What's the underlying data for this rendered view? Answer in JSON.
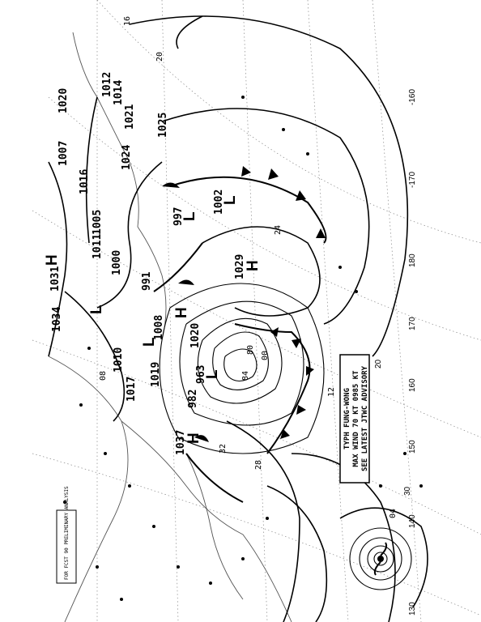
{
  "chart": {
    "valid_time": "TYPH FUNG-WONG",
    "header_block": "FOR FCST 90 PRELIMINARY ANALYSIS"
  },
  "advisory": {
    "line1": "TYPH FUNG-WONG",
    "line2": "MAX WIND 70 KT 0985 KT",
    "line3": "SEE LATEST JTWC ADVISORY"
  },
  "longitude_labels": [
    "-160",
    "-170",
    "180",
    "170",
    "160",
    "150",
    "140",
    "130"
  ],
  "lat_labels": [
    "20",
    "30"
  ],
  "highs": [
    {
      "label": "H",
      "pressure": "1029"
    },
    {
      "label": "H",
      "pressure": "1037"
    },
    {
      "label": "H",
      "pressure": "1034"
    },
    {
      "label": "H",
      "pressure": "1025"
    },
    {
      "label": "H",
      "pressure": "1020"
    }
  ],
  "lows": [
    {
      "label": "L",
      "pressure": "963"
    },
    {
      "label": "L",
      "pressure": "982"
    },
    {
      "label": "L",
      "pressure": "991"
    },
    {
      "label": "L",
      "pressure": "997"
    },
    {
      "label": "L",
      "pressure": "1002"
    },
    {
      "label": "L",
      "pressure": "1000"
    },
    {
      "label": "L",
      "pressure": "1005"
    },
    {
      "label": "L",
      "pressure": "1008"
    },
    {
      "label": "L",
      "pressure": "1010"
    }
  ],
  "pressure_values": [
    "1014",
    "1020",
    "1016",
    "1024",
    "1021",
    "1031",
    "1019",
    "1017",
    "1007",
    "1011",
    "1012"
  ],
  "isobar_labels": [
    "16",
    "20",
    "24",
    "28",
    "32",
    "12",
    "08",
    "04",
    "00",
    "84",
    "80"
  ]
}
